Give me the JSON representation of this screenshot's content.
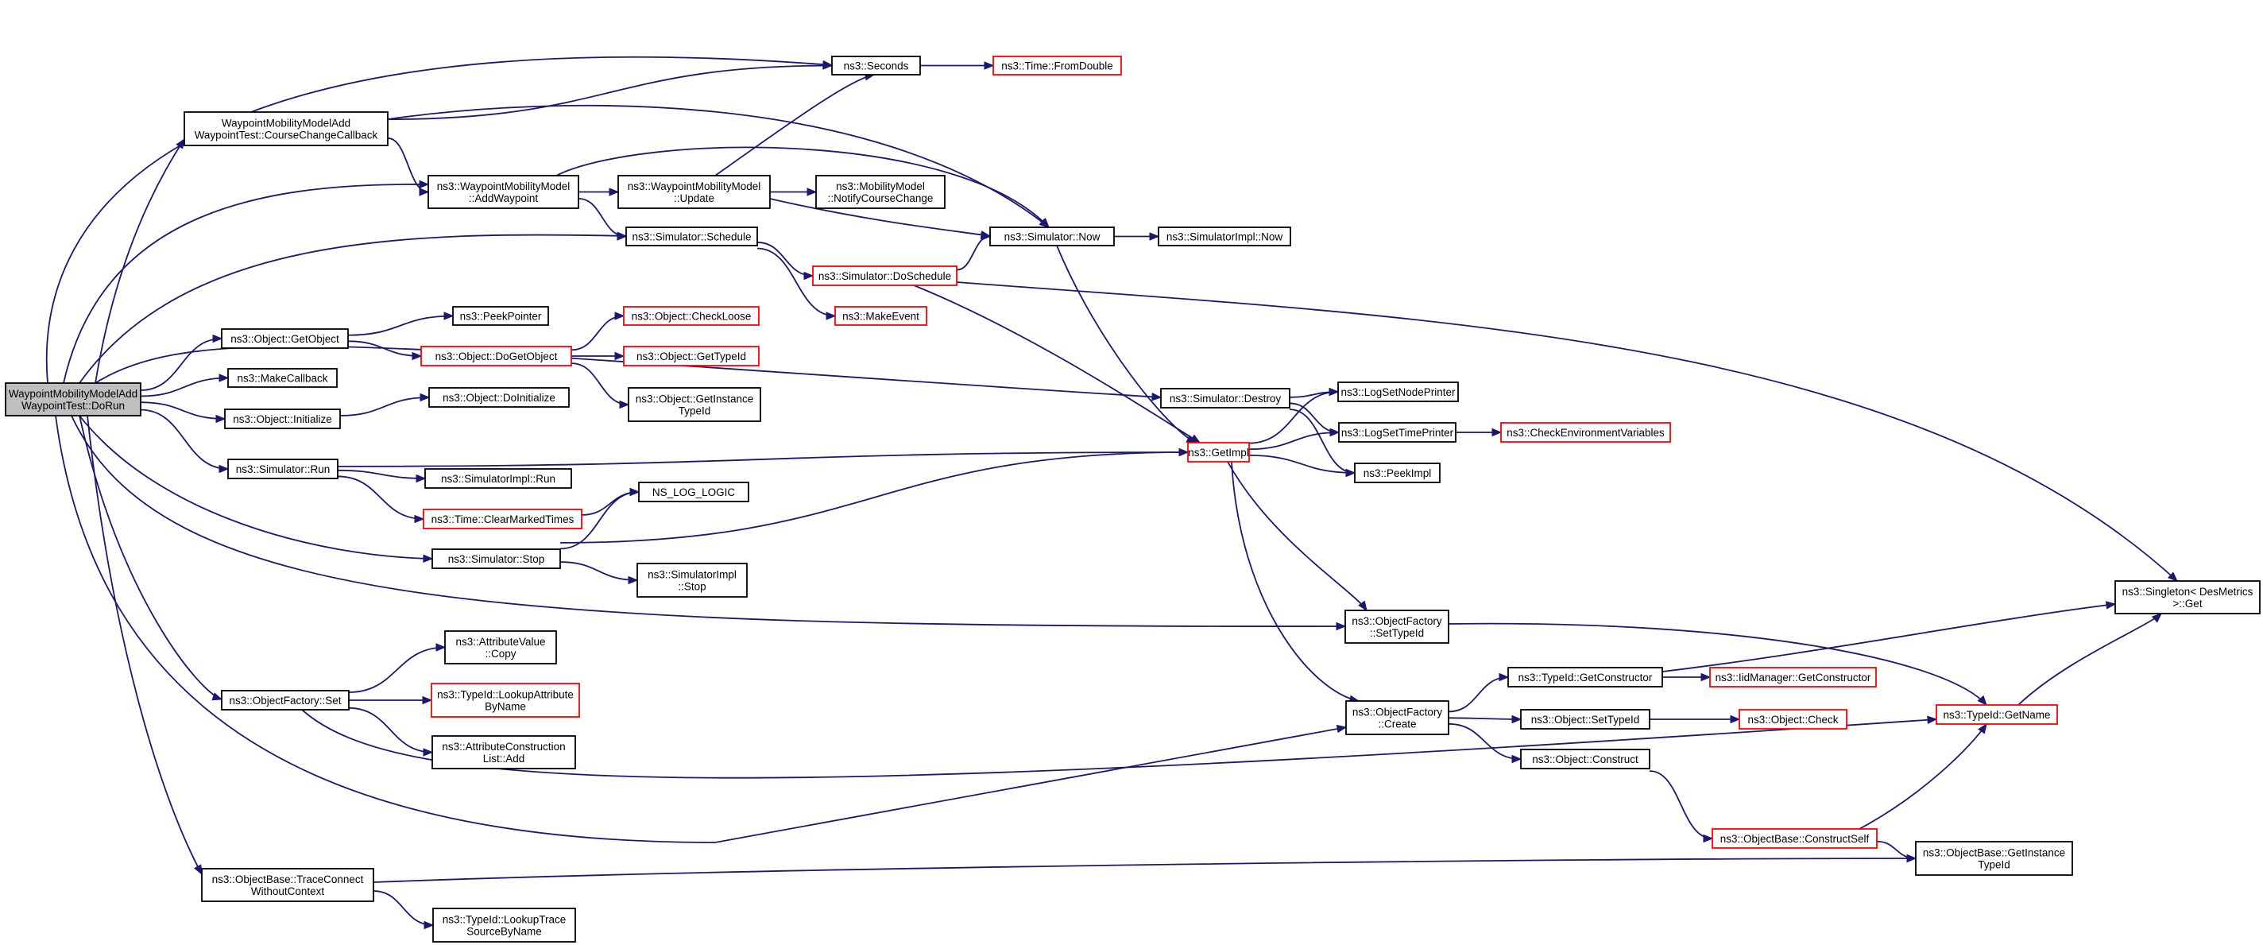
{
  "diagram": {
    "colors": {
      "edge": "#191970",
      "node_border": "#000000",
      "node_border_link_external": "#ff0000",
      "root_fill": "#bfbfbf",
      "node_fill": "#ffffff"
    },
    "nodes": [
      {
        "id": "root",
        "lines": [
          "WaypointMobilityModelAdd",
          "WaypointTest::DoRun"
        ],
        "style": "root"
      },
      {
        "id": "cc",
        "lines": [
          "WaypointMobilityModelAdd",
          "WaypointTest::CourseChangeCallback"
        ],
        "style": "black"
      },
      {
        "id": "seconds",
        "lines": [
          "ns3::Seconds"
        ],
        "style": "black"
      },
      {
        "id": "fromdouble",
        "lines": [
          "ns3::Time::FromDouble"
        ],
        "style": "red"
      },
      {
        "id": "addwp",
        "lines": [
          "ns3::WaypointMobilityModel",
          "::AddWaypoint"
        ],
        "style": "black"
      },
      {
        "id": "update",
        "lines": [
          "ns3::WaypointMobilityModel",
          "::Update"
        ],
        "style": "black"
      },
      {
        "id": "notify",
        "lines": [
          "ns3::MobilityModel",
          "::NotifyCourseChange"
        ],
        "style": "black"
      },
      {
        "id": "schedule",
        "lines": [
          "ns3::Simulator::Schedule"
        ],
        "style": "black"
      },
      {
        "id": "now",
        "lines": [
          "ns3::Simulator::Now"
        ],
        "style": "black"
      },
      {
        "id": "implnow",
        "lines": [
          "ns3::SimulatorImpl::Now"
        ],
        "style": "black"
      },
      {
        "id": "dosched",
        "lines": [
          "ns3::Simulator::DoSchedule"
        ],
        "style": "red"
      },
      {
        "id": "makeevent",
        "lines": [
          "ns3::MakeEvent"
        ],
        "style": "red"
      },
      {
        "id": "getobj",
        "lines": [
          "ns3::Object::GetObject"
        ],
        "style": "black"
      },
      {
        "id": "peekptr",
        "lines": [
          "ns3::PeekPointer"
        ],
        "style": "black"
      },
      {
        "id": "checkloose",
        "lines": [
          "ns3::Object::CheckLoose"
        ],
        "style": "red"
      },
      {
        "id": "dogetobj",
        "lines": [
          "ns3::Object::DoGetObject"
        ],
        "style": "red"
      },
      {
        "id": "gettypeid",
        "lines": [
          "ns3::Object::GetTypeId"
        ],
        "style": "red"
      },
      {
        "id": "getinsttid",
        "lines": [
          "ns3::Object::GetInstance",
          "TypeId"
        ],
        "style": "black"
      },
      {
        "id": "makecb",
        "lines": [
          "ns3::MakeCallback"
        ],
        "style": "black"
      },
      {
        "id": "init",
        "lines": [
          "ns3::Object::Initialize"
        ],
        "style": "black"
      },
      {
        "id": "doinit",
        "lines": [
          "ns3::Object::DoInitialize"
        ],
        "style": "black"
      },
      {
        "id": "destroy",
        "lines": [
          "ns3::Simulator::Destroy"
        ],
        "style": "black"
      },
      {
        "id": "lognode",
        "lines": [
          "ns3::LogSetNodePrinter"
        ],
        "style": "black"
      },
      {
        "id": "logtime",
        "lines": [
          "ns3::LogSetTimePrinter"
        ],
        "style": "black"
      },
      {
        "id": "checkenv",
        "lines": [
          "ns3::CheckEnvironmentVariables"
        ],
        "style": "red"
      },
      {
        "id": "getimpl",
        "lines": [
          "ns3::GetImpl"
        ],
        "style": "red"
      },
      {
        "id": "peekimpl",
        "lines": [
          "ns3::PeekImpl"
        ],
        "style": "black"
      },
      {
        "id": "run",
        "lines": [
          "ns3::Simulator::Run"
        ],
        "style": "black"
      },
      {
        "id": "implrun",
        "lines": [
          "ns3::SimulatorImpl::Run"
        ],
        "style": "black"
      },
      {
        "id": "clearmarked",
        "lines": [
          "ns3::Time::ClearMarkedTimes"
        ],
        "style": "red"
      },
      {
        "id": "nslog",
        "lines": [
          "NS_LOG_LOGIC"
        ],
        "style": "black"
      },
      {
        "id": "stop",
        "lines": [
          "ns3::Simulator::Stop"
        ],
        "style": "black"
      },
      {
        "id": "implstop",
        "lines": [
          "ns3::SimulatorImpl",
          "::Stop"
        ],
        "style": "black"
      },
      {
        "id": "ofsettid",
        "lines": [
          "ns3::ObjectFactory",
          "::SetTypeId"
        ],
        "style": "black"
      },
      {
        "id": "singleton",
        "lines": [
          "ns3::Singleton< DesMetrics",
          ">::Get"
        ],
        "style": "black"
      },
      {
        "id": "attrcopy",
        "lines": [
          "ns3::AttributeValue",
          "::Copy"
        ],
        "style": "black"
      },
      {
        "id": "ofset",
        "lines": [
          "ns3::ObjectFactory::Set"
        ],
        "style": "black"
      },
      {
        "id": "lookupattr",
        "lines": [
          "ns3::TypeId::LookupAttribute",
          "ByName"
        ],
        "style": "red"
      },
      {
        "id": "attradd",
        "lines": [
          "ns3::AttributeConstruction",
          "List::Add"
        ],
        "style": "black"
      },
      {
        "id": "getctor",
        "lines": [
          "ns3::TypeId::GetConstructor"
        ],
        "style": "black"
      },
      {
        "id": "iidctor",
        "lines": [
          "ns3::IidManager::GetConstructor"
        ],
        "style": "red"
      },
      {
        "id": "ofcreate",
        "lines": [
          "ns3::ObjectFactory",
          "::Create"
        ],
        "style": "black"
      },
      {
        "id": "objsettid",
        "lines": [
          "ns3::Object::SetTypeId"
        ],
        "style": "black"
      },
      {
        "id": "objcheck",
        "lines": [
          "ns3::Object::Check"
        ],
        "style": "red"
      },
      {
        "id": "tidgetname",
        "lines": [
          "ns3::TypeId::GetName"
        ],
        "style": "red"
      },
      {
        "id": "objconstruct",
        "lines": [
          "ns3::Object::Construct"
        ],
        "style": "black"
      },
      {
        "id": "constructself",
        "lines": [
          "ns3::ObjectBase::ConstructSelf"
        ],
        "style": "red"
      },
      {
        "id": "obgetinst",
        "lines": [
          "ns3::ObjectBase::GetInstance",
          "TypeId"
        ],
        "style": "black"
      },
      {
        "id": "traceconnect",
        "lines": [
          "ns3::ObjectBase::TraceConnect",
          "WithoutContext"
        ],
        "style": "black"
      },
      {
        "id": "lookuptrace",
        "lines": [
          "ns3::TypeId::LookupTrace",
          "SourceByName"
        ],
        "style": "black"
      }
    ],
    "edges": [
      [
        "root",
        "cc"
      ],
      [
        "root",
        "seconds"
      ],
      [
        "root",
        "addwp"
      ],
      [
        "root",
        "schedule"
      ],
      [
        "root",
        "destroy"
      ],
      [
        "root",
        "getobj"
      ],
      [
        "root",
        "makecb"
      ],
      [
        "root",
        "init"
      ],
      [
        "root",
        "run"
      ],
      [
        "root",
        "stop"
      ],
      [
        "root",
        "ofsettid"
      ],
      [
        "root",
        "ofset"
      ],
      [
        "root",
        "ofcreate"
      ],
      [
        "root",
        "traceconnect"
      ],
      [
        "cc",
        "seconds"
      ],
      [
        "cc",
        "now"
      ],
      [
        "cc",
        "addwp"
      ],
      [
        "seconds",
        "fromdouble"
      ],
      [
        "addwp",
        "update"
      ],
      [
        "addwp",
        "now"
      ],
      [
        "addwp",
        "schedule"
      ],
      [
        "update",
        "seconds"
      ],
      [
        "update",
        "notify"
      ],
      [
        "update",
        "now"
      ],
      [
        "schedule",
        "dosched"
      ],
      [
        "schedule",
        "makeevent"
      ],
      [
        "dosched",
        "now"
      ],
      [
        "dosched",
        "getimpl"
      ],
      [
        "dosched",
        "singleton"
      ],
      [
        "now",
        "implnow"
      ],
      [
        "now",
        "getimpl"
      ],
      [
        "getobj",
        "peekptr"
      ],
      [
        "getobj",
        "dogetobj"
      ],
      [
        "dogetobj",
        "checkloose"
      ],
      [
        "dogetobj",
        "gettypeid"
      ],
      [
        "dogetobj",
        "getinsttid"
      ],
      [
        "init",
        "doinit"
      ],
      [
        "destroy",
        "lognode"
      ],
      [
        "destroy",
        "logtime"
      ],
      [
        "destroy",
        "peekimpl"
      ],
      [
        "getimpl",
        "lognode"
      ],
      [
        "getimpl",
        "logtime"
      ],
      [
        "getimpl",
        "peekimpl"
      ],
      [
        "getimpl",
        "ofsettid"
      ],
      [
        "getimpl",
        "ofcreate"
      ],
      [
        "logtime",
        "checkenv"
      ],
      [
        "run",
        "getimpl"
      ],
      [
        "run",
        "implrun"
      ],
      [
        "run",
        "clearmarked"
      ],
      [
        "clearmarked",
        "nslog"
      ],
      [
        "stop",
        "nslog"
      ],
      [
        "stop",
        "getimpl"
      ],
      [
        "stop",
        "implstop"
      ],
      [
        "ofsettid",
        "tidgetname"
      ],
      [
        "ofset",
        "attrcopy"
      ],
      [
        "ofset",
        "lookupattr"
      ],
      [
        "ofset",
        "attradd"
      ],
      [
        "ofset",
        "tidgetname"
      ],
      [
        "ofcreate",
        "getctor"
      ],
      [
        "ofcreate",
        "objsettid"
      ],
      [
        "ofcreate",
        "objconstruct"
      ],
      [
        "getctor",
        "iidctor"
      ],
      [
        "getctor",
        "singleton"
      ],
      [
        "objsettid",
        "objcheck"
      ],
      [
        "objconstruct",
        "constructself"
      ],
      [
        "constructself",
        "tidgetname"
      ],
      [
        "constructself",
        "obgetinst"
      ],
      [
        "tidgetname",
        "singleton"
      ],
      [
        "traceconnect",
        "obgetinst"
      ],
      [
        "traceconnect",
        "lookuptrace"
      ]
    ]
  }
}
